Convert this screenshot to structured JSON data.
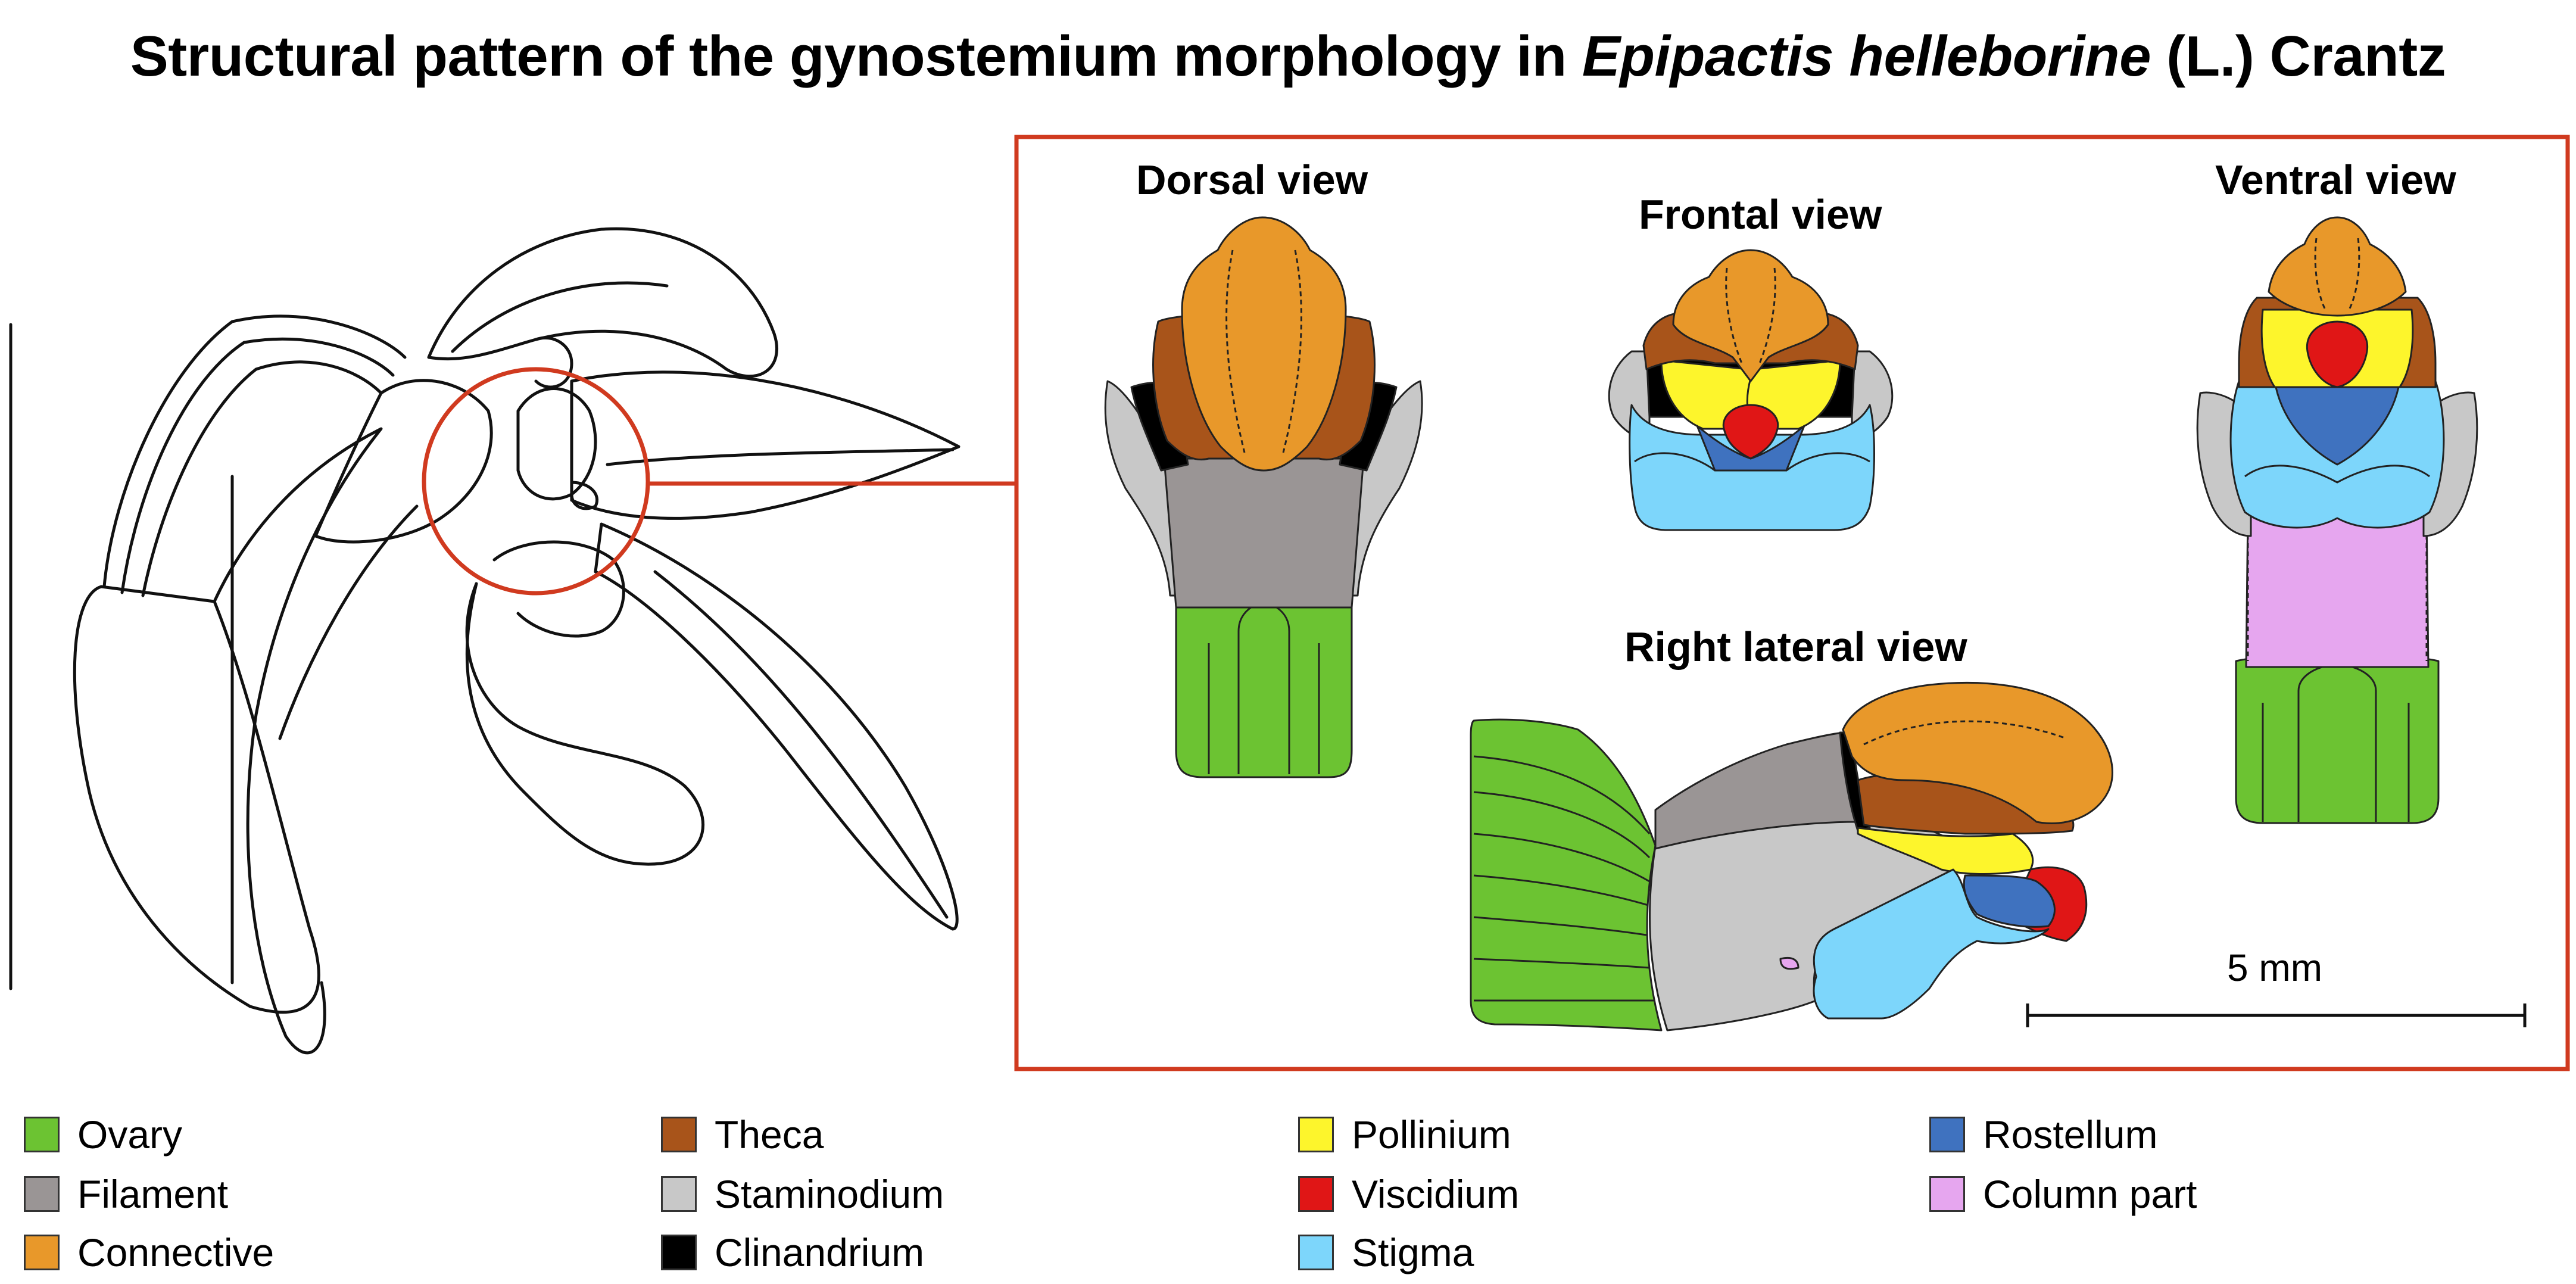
{
  "title": {
    "prefix": "Structural pattern of the gynostemium morphology in ",
    "species": "Epipactis helleborine",
    "suffix": " (L.) Crantz"
  },
  "views": {
    "dorsal": "Dorsal view",
    "frontal": "Frontal view",
    "ventral": "Ventral view",
    "right_lateral": "Right lateral view"
  },
  "scale_bar": {
    "label": "5 mm"
  },
  "colors": {
    "ovary": "#6cc332",
    "filament": "#9a9595",
    "connective": "#e8982a",
    "theca": "#a8541a",
    "staminodium": "#c8c8c8",
    "clinandrium": "#000000",
    "pollinium": "#fdf52c",
    "viscidium": "#e01616",
    "stigma": "#7dd6fb",
    "rostellum": "#3f72bf",
    "column_part": "#e6a6ef",
    "frame": "#d03a1f"
  },
  "legend": [
    {
      "key": "ovary",
      "label": "Ovary",
      "color": "#6cc332"
    },
    {
      "key": "filament",
      "label": "Filament",
      "color": "#9a9595"
    },
    {
      "key": "connective",
      "label": "Connective",
      "color": "#e8982a"
    },
    {
      "key": "theca",
      "label": "Theca",
      "color": "#a8541a"
    },
    {
      "key": "staminodium",
      "label": "Staminodium",
      "color": "#c8c8c8"
    },
    {
      "key": "clinandrium",
      "label": "Clinandrium",
      "color": "#000000"
    },
    {
      "key": "pollinium",
      "label": "Pollinium",
      "color": "#fdf52c"
    },
    {
      "key": "viscidium",
      "label": "Viscidium",
      "color": "#e01616"
    },
    {
      "key": "stigma",
      "label": "Stigma",
      "color": "#7dd6fb"
    },
    {
      "key": "rostellum",
      "label": "Rostellum",
      "color": "#3f72bf"
    },
    {
      "key": "column_part",
      "label": "Column part",
      "color": "#e6a6ef"
    }
  ]
}
